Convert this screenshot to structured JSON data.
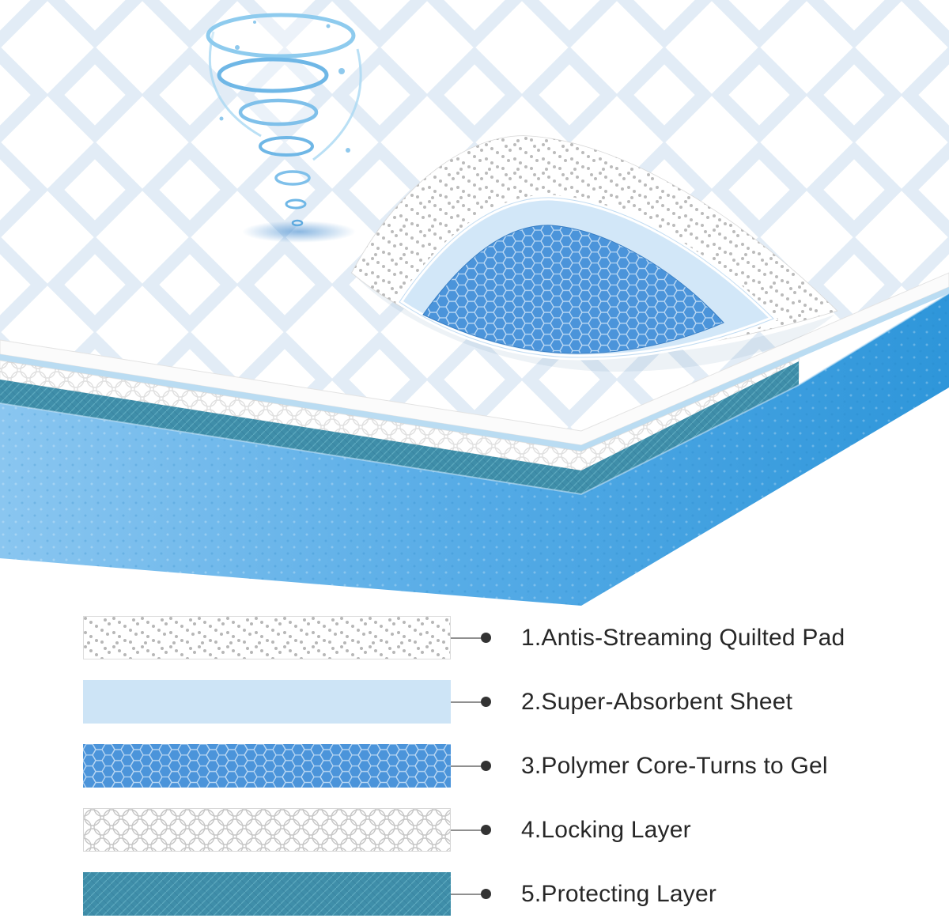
{
  "legend": {
    "items": [
      {
        "id": "quilted-pad",
        "label": "1.Antis-Streaming Quilted Pad"
      },
      {
        "id": "absorbent-sheet",
        "label": "2.Super-Absorbent Sheet"
      },
      {
        "id": "polymer-core",
        "label": "3.Polymer Core-Turns to Gel"
      },
      {
        "id": "locking-layer",
        "label": "4.Locking Layer"
      },
      {
        "id": "protecting-layer",
        "label": "5.Protecting Layer"
      }
    ]
  },
  "colors": {
    "light_blue_sheet": "#cde4f6",
    "core_blue": "#4b94da",
    "teal_layer": "#3f8ea9",
    "slab_blue_light": "#8ac6f0",
    "slab_blue_dark": "#2e96da",
    "quilt_line": "#e2ecf6",
    "dot_gray": "#b7b7b7",
    "label_text": "#272727"
  }
}
